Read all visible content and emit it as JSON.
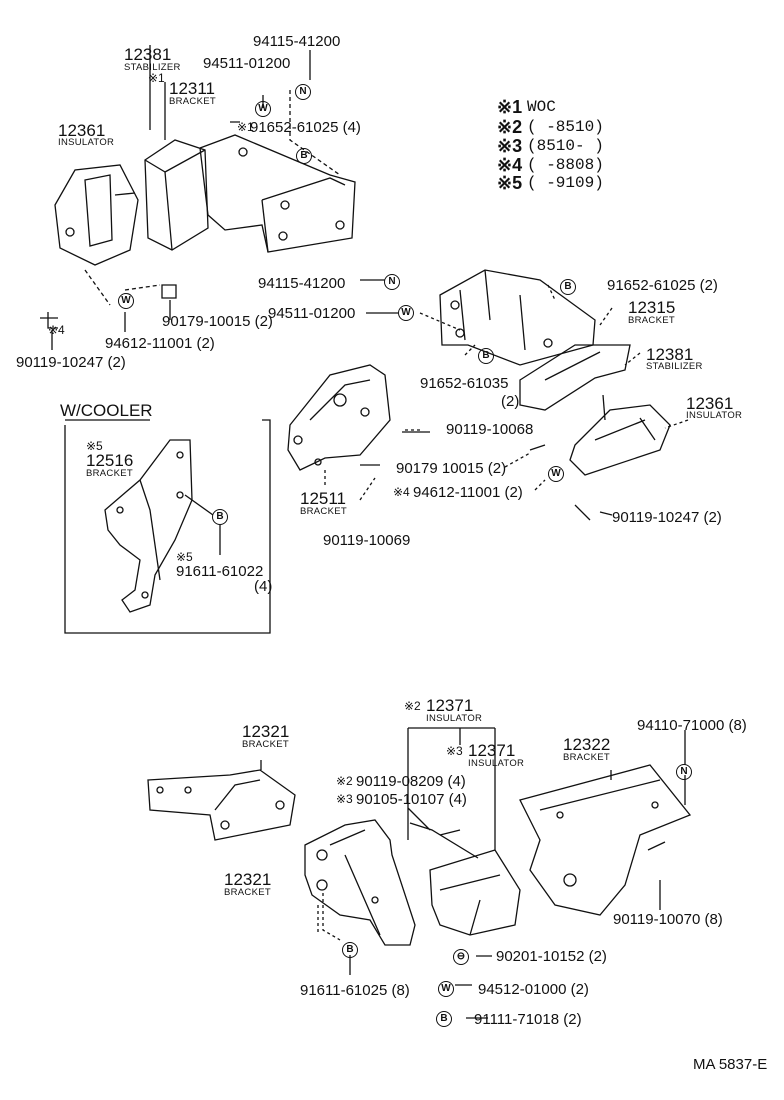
{
  "legend": [
    {
      "mark": "※1",
      "text": "WOC"
    },
    {
      "mark": "※2",
      "text": "(       -8510)"
    },
    {
      "mark": "※3",
      "text": "(8510-        )"
    },
    {
      "mark": "※4",
      "text": "(       -8808)"
    },
    {
      "mark": "※5",
      "text": "(       -9109)"
    }
  ],
  "symbols": {
    "nut": "N",
    "washer": "W",
    "bolt": "B"
  },
  "top_left": {
    "stab_num": "12381",
    "stab_name": "STABILIZER",
    "n_num": "94115-41200",
    "w_num": "94511-01200",
    "br_mark": "※1",
    "br_num": "12311",
    "br_name": "BRACKET",
    "bolt_mark": "※1",
    "bolt_num": "91652-61025 (4)",
    "ins_num": "12361",
    "ins_name": "INSULATOR",
    "nut2": "90179-10015 (2)",
    "mark4": "※4",
    "wash2": "94612-11001 (2)",
    "bolt2": "90119-10247 (2)"
  },
  "right": {
    "n_num": "94115-41200",
    "w_num": "94511-01200",
    "bolt_top": "91652-61025 (2)",
    "br_num": "12315",
    "br_name": "BRACKET",
    "bolt_b": "91652-61035",
    "bolt_b_qty": "(2)",
    "stab_num": "12381",
    "stab_name": "STABILIZER",
    "ins_num": "12361",
    "ins_name": "INSULATOR",
    "b68": "90119-10068",
    "nut": "90179 10015 (2)",
    "mark4": "※4",
    "wash": "94612-11001 (2)",
    "b247": "90119-10247 (2)",
    "br2_num": "12511",
    "br2_name": "BRACKET",
    "b69": "90119-10069"
  },
  "cooler": {
    "title": "W/COOLER",
    "mark5": "※5",
    "br_num": "12516",
    "br_name": "BRACKET",
    "bolt_mark": "※5",
    "bolt_num": "91611-61022",
    "bolt_qty": "(4)"
  },
  "bottom": {
    "br1_num": "12321",
    "br1_name": "BRACKET",
    "br2_num": "12321",
    "br2_name": "BRACKET",
    "ins2_mark": "※2",
    "ins2_num": "12371",
    "ins2_name": "INSULATOR",
    "ins3_mark": "※3",
    "ins3_num": "12371",
    "ins3_name": "INSULATOR",
    "b209_mark": "※2",
    "b209": "90119-08209 (4)",
    "b107_mark": "※3",
    "b107": "90105-10107 (4)",
    "br3_num": "12322",
    "br3_name": "BRACKET",
    "n_num": "94110-71000 (8)",
    "b70": "90119-10070 (8)",
    "b_num": "91611-61025 (8)",
    "nut152": "90201-10152 (2)",
    "w_num": "94512-01000 (2)",
    "b_num2": "91111-71018 (2)"
  },
  "code": "MA 5837-E"
}
